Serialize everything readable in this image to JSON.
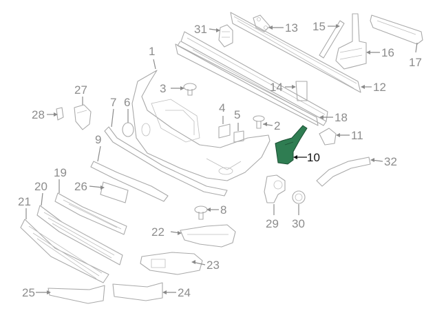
{
  "diagram": {
    "highlight_color": "#2f7d52",
    "label_color": "#8c8c8c",
    "highlight_label_color": "#111111",
    "callouts": [
      {
        "id": "c1",
        "text": "1"
      },
      {
        "id": "c2",
        "text": "2"
      },
      {
        "id": "c3",
        "text": "3"
      },
      {
        "id": "c4",
        "text": "4"
      },
      {
        "id": "c5",
        "text": "5"
      },
      {
        "id": "c6",
        "text": "6"
      },
      {
        "id": "c7",
        "text": "7"
      },
      {
        "id": "c8",
        "text": "8"
      },
      {
        "id": "c9",
        "text": "9"
      },
      {
        "id": "c10",
        "text": "10"
      },
      {
        "id": "c11",
        "text": "11"
      },
      {
        "id": "c12",
        "text": "12"
      },
      {
        "id": "c13",
        "text": "13"
      },
      {
        "id": "c14",
        "text": "14"
      },
      {
        "id": "c15",
        "text": "15"
      },
      {
        "id": "c16",
        "text": "16"
      },
      {
        "id": "c17",
        "text": "17"
      },
      {
        "id": "c18",
        "text": "18"
      },
      {
        "id": "c19",
        "text": "19"
      },
      {
        "id": "c20",
        "text": "20"
      },
      {
        "id": "c21",
        "text": "21"
      },
      {
        "id": "c22",
        "text": "22"
      },
      {
        "id": "c23",
        "text": "23"
      },
      {
        "id": "c24",
        "text": "24"
      },
      {
        "id": "c25",
        "text": "25"
      },
      {
        "id": "c26",
        "text": "26"
      },
      {
        "id": "c27",
        "text": "27"
      },
      {
        "id": "c28",
        "text": "28"
      },
      {
        "id": "c29",
        "text": "29"
      },
      {
        "id": "c30",
        "text": "30"
      },
      {
        "id": "c31",
        "text": "31"
      },
      {
        "id": "c32",
        "text": "32"
      }
    ]
  }
}
